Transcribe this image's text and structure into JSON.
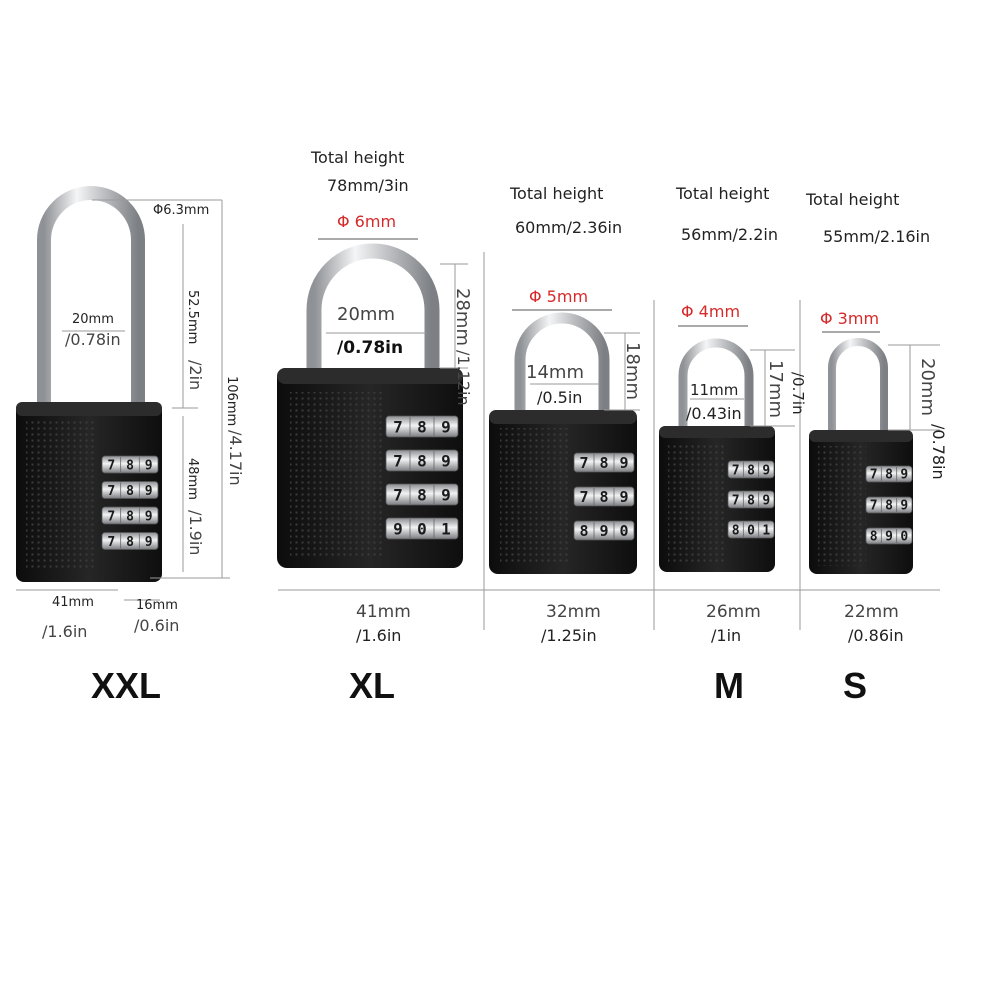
{
  "colors": {
    "lock_body": "#161616",
    "shackle": "#c7c9cc",
    "dimension_red": "#d62a2a",
    "dimension_line": "#9a9a9a"
  },
  "locks": {
    "xxl": {
      "size_label": "XXL",
      "shackle_diameter": "Φ6.3mm",
      "inner_width_mm": "20mm",
      "inner_width_in": "/0.78in",
      "shackle_height_mm": "52.5mm",
      "shackle_height_in": "/2in",
      "total_height_mm": "106mm",
      "total_height_in": "/4.17in",
      "body_height_mm": "48mm",
      "body_height_in": "/1.9in",
      "width_mm": "41mm",
      "width_in": "/1.6in",
      "depth_mm": "16mm",
      "depth_in": "/0.6in",
      "dials": [
        [
          "7",
          "8",
          "9"
        ],
        [
          "7",
          "8",
          "9"
        ],
        [
          "7",
          "8",
          "9"
        ],
        [
          "7",
          "8",
          "9"
        ]
      ]
    },
    "xl": {
      "size_label": "XL",
      "total_height_title": "Total height",
      "total_height": "78mm/3in",
      "shackle_diameter": "Φ 6mm",
      "inner_width_mm": "20mm",
      "inner_width_in": "/0.78in",
      "shackle_height_mm": "28mm",
      "shackle_height_in": "/1.12in",
      "width_mm": "41mm",
      "width_in": "/1.6in",
      "dials": [
        [
          "7",
          "8",
          "9"
        ],
        [
          "7",
          "8",
          "9"
        ],
        [
          "7",
          "8",
          "9"
        ],
        [
          "9",
          "0",
          "1"
        ]
      ]
    },
    "l": {
      "total_height_title": "Total height",
      "total_height": "60mm/2.36in",
      "shackle_diameter": "Φ 5mm",
      "inner_width_mm": "14mm",
      "inner_width_in": "/0.5in",
      "shackle_height_mm": "18mm",
      "width_mm": "32mm",
      "width_in": "/1.25in",
      "dials": [
        [
          "7",
          "8",
          "9"
        ],
        [
          "7",
          "8",
          "9"
        ],
        [
          "8",
          "9",
          "0"
        ]
      ]
    },
    "m": {
      "size_label": "M",
      "total_height_title": "Total height",
      "total_height": "56mm/2.2in",
      "shackle_diameter": "Φ 4mm",
      "inner_width_mm": "11mm",
      "inner_width_in": "/0.43in",
      "shackle_height_mm": "17mm",
      "shackle_height_in": "/0.7in",
      "width_mm": "26mm",
      "width_in": "/1in",
      "dials": [
        [
          "7",
          "8",
          "9"
        ],
        [
          "7",
          "8",
          "9"
        ],
        [
          "8",
          "0",
          "1"
        ]
      ]
    },
    "s": {
      "size_label": "S",
      "total_height_title": "Total height",
      "total_height": "55mm/2.16in",
      "shackle_diameter": "Φ 3mm",
      "shackle_height_mm": "20mm",
      "shackle_height_in": "/0.78in",
      "width_mm": "22mm",
      "width_in": "/0.86in",
      "dials": [
        [
          "7",
          "8",
          "9"
        ],
        [
          "7",
          "8",
          "9"
        ],
        [
          "8",
          "9",
          "0"
        ]
      ]
    }
  }
}
